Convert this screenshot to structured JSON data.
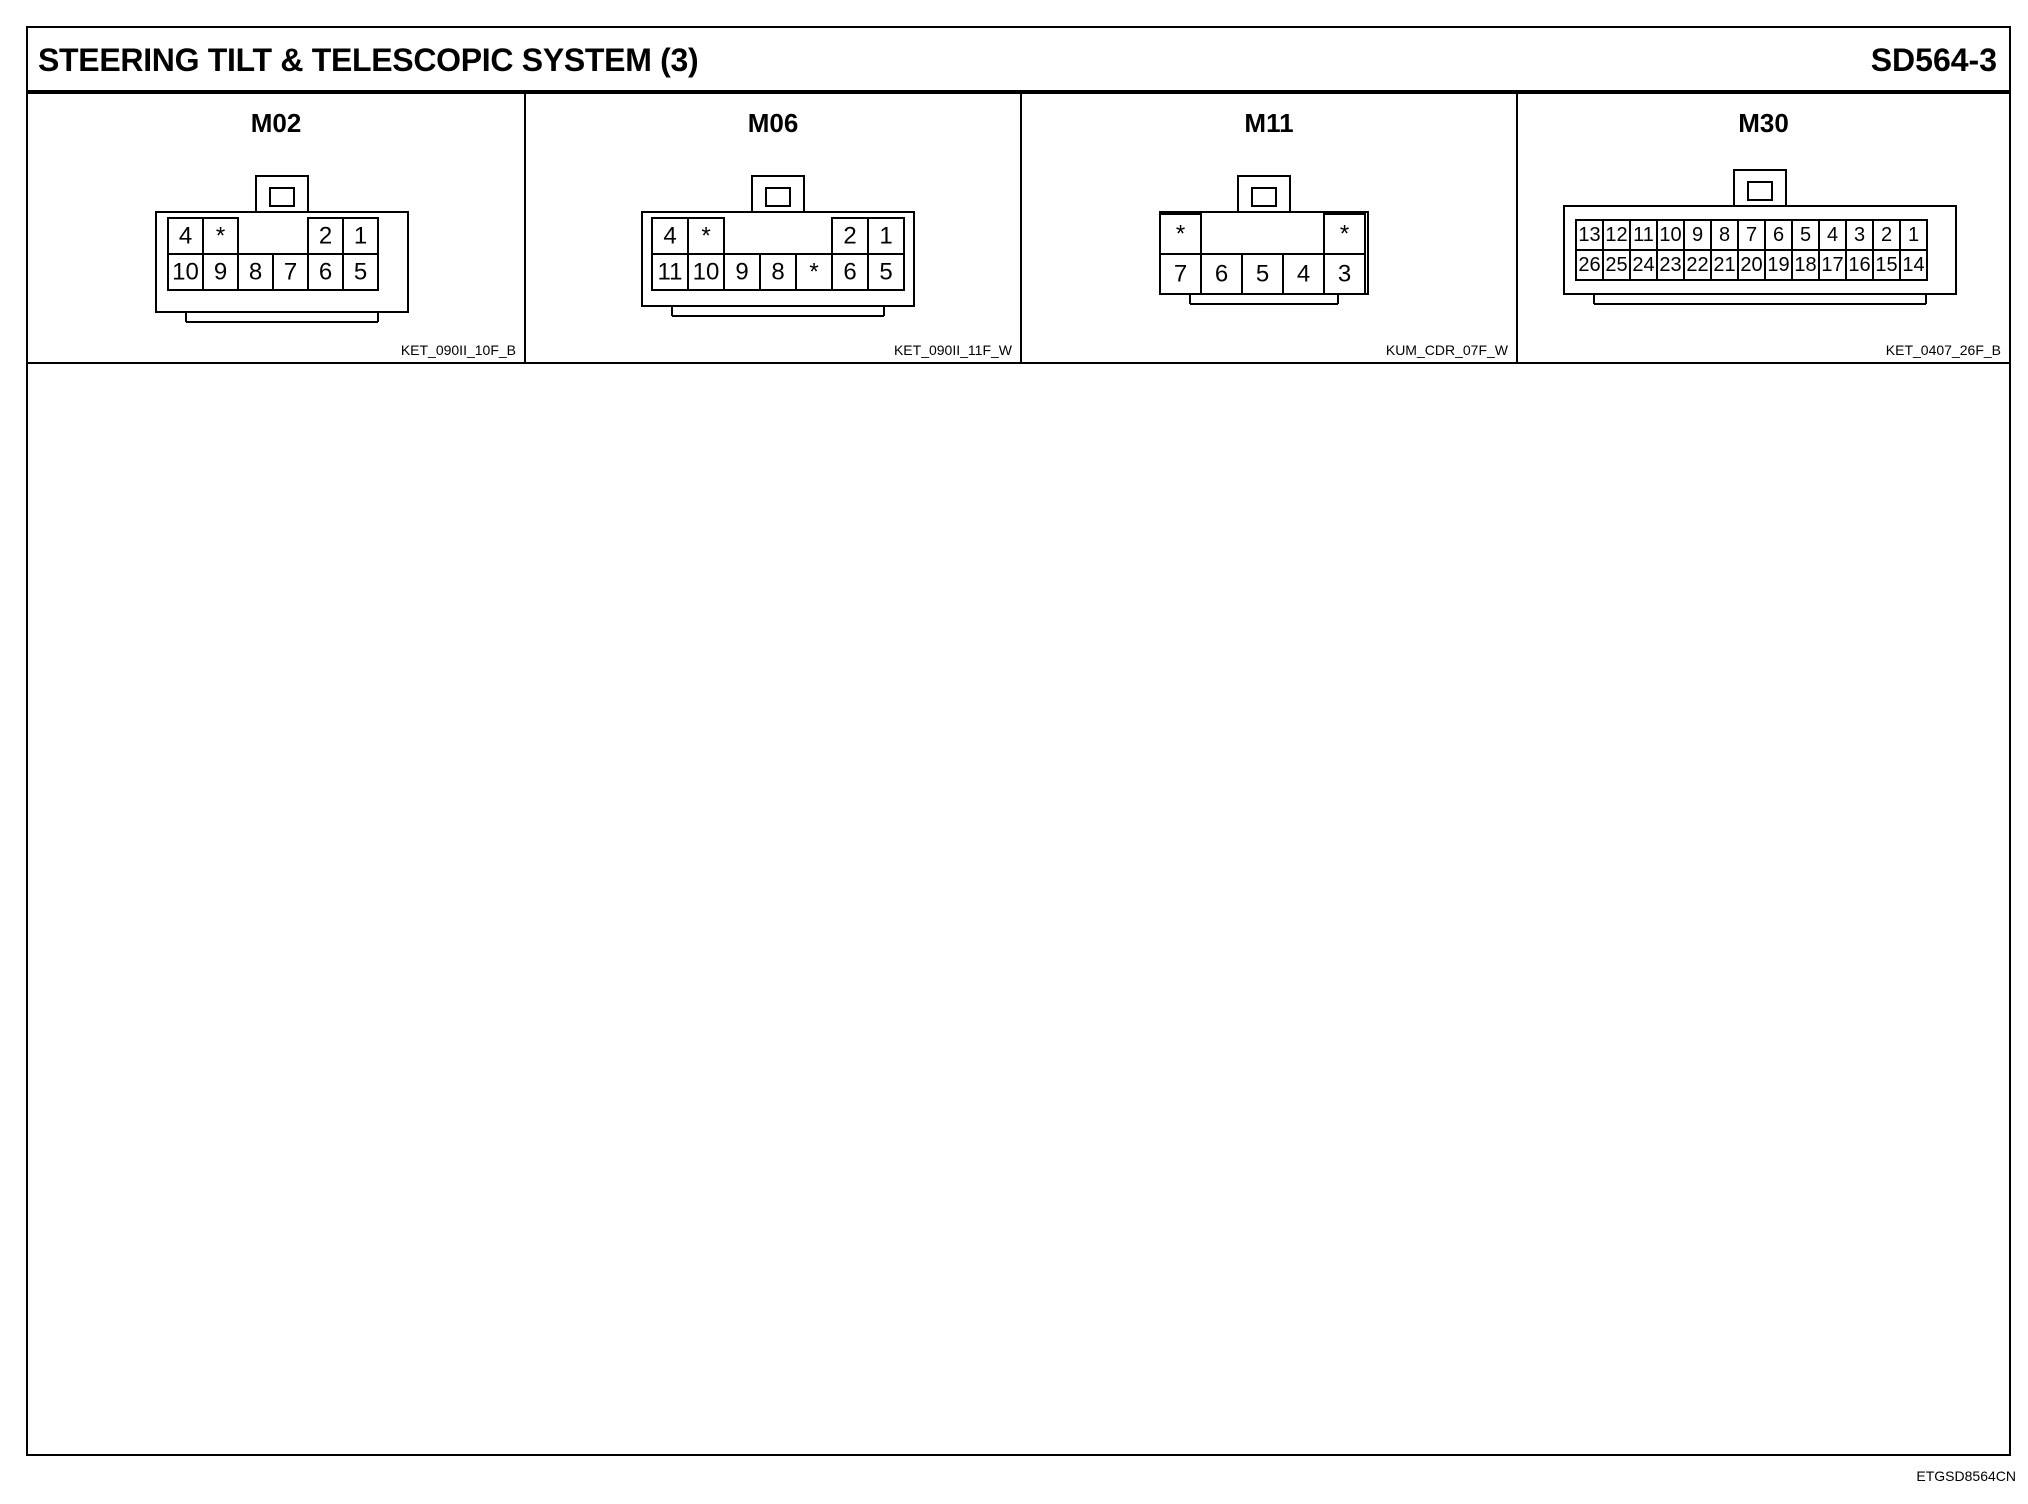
{
  "header": {
    "title": "STEERING TILT & TELESCOPIC SYSTEM (3)",
    "code": "SD564-3"
  },
  "connectors": [
    {
      "name": "M02",
      "type_code": "KET_090II_10F_B",
      "top_pins": [
        "4",
        "*",
        "",
        "",
        "2",
        "1"
      ],
      "bottom_pins": [
        "10",
        "9",
        "8",
        "7",
        "6",
        "5"
      ]
    },
    {
      "name": "M06",
      "type_code": "KET_090II_11F_W",
      "top_pins": [
        "4",
        "*",
        "",
        "",
        "",
        "2",
        "1"
      ],
      "bottom_pins": [
        "11",
        "10",
        "9",
        "8",
        "*",
        "6",
        "5"
      ]
    },
    {
      "name": "M11",
      "type_code": "KUM_CDR_07F_W",
      "top_pins": [
        "*",
        "",
        "",
        "",
        "*"
      ],
      "bottom_pins": [
        "7",
        "6",
        "5",
        "4",
        "3"
      ]
    },
    {
      "name": "M30",
      "type_code": "KET_0407_26F_B",
      "top_pins": [
        "13",
        "12",
        "11",
        "10",
        "9",
        "8",
        "7",
        "6",
        "5",
        "4",
        "3",
        "2",
        "1"
      ],
      "bottom_pins": [
        "26",
        "25",
        "24",
        "23",
        "22",
        "21",
        "20",
        "19",
        "18",
        "17",
        "16",
        "15",
        "14"
      ]
    }
  ],
  "footer": {
    "document_id": "ETGSD8564CN"
  }
}
